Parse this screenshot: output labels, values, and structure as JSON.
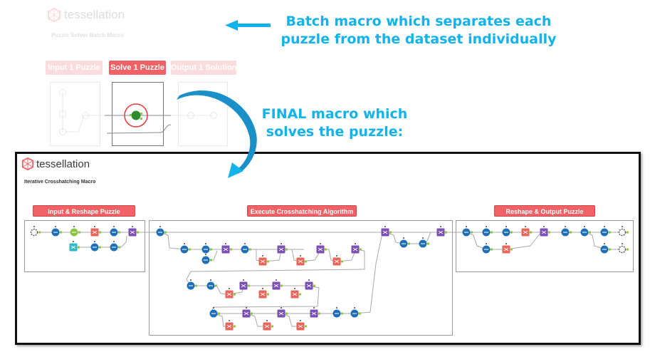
{
  "batch_macro": {
    "logo_text": "tessellation",
    "subtitle": "Puzzle Solver Batch Macro",
    "containers": [
      {
        "label": "Input 1 Puzzle",
        "highlighted": false
      },
      {
        "label": "Solve 1 Puzzle",
        "highlighted": true
      },
      {
        "label": "Output 1 Solution",
        "highlighted": false
      }
    ]
  },
  "annotations": {
    "batch_note": [
      "Batch macro which separates each",
      "puzzle from the dataset individually"
    ],
    "final_note": [
      "FINAL macro which",
      "solves the puzzle:"
    ],
    "color": "#12b2eb"
  },
  "final_macro": {
    "logo_text": "tessellation",
    "subtitle": "Iterative Crosshatching Macro",
    "containers": [
      {
        "label": "Input & Reshape Puzzle"
      },
      {
        "label": "Execute Crosshatching Algorithm"
      },
      {
        "label": "Reshape & Output Puzzle"
      }
    ]
  },
  "tool_icons": {
    "input": "gear-input-icon",
    "select": "select-tool-icon",
    "formula": "formula-tool-icon",
    "filter": "filter-tool-icon",
    "text_to_columns": "text-to-columns-icon",
    "join": "join-tool-icon",
    "union": "union-tool-icon",
    "sort": "sort-tool-icon",
    "multirow": "multi-row-formula-icon",
    "summarize": "summarize-tool-icon",
    "crosstab": "cross-tab-icon",
    "output": "output-tool-icon",
    "record_id": "record-id-icon",
    "browse": "browse-icon"
  },
  "colors": {
    "container_label": "#f06266",
    "tool_blue": "#1f6fb5",
    "tool_purple": "#7b4fb3",
    "tool_red": "#e8655b",
    "tool_green": "#8cc63f",
    "tool_teal": "#2fb8c6",
    "connector": "#a8a8a8",
    "arrow": "#12b2eb"
  }
}
